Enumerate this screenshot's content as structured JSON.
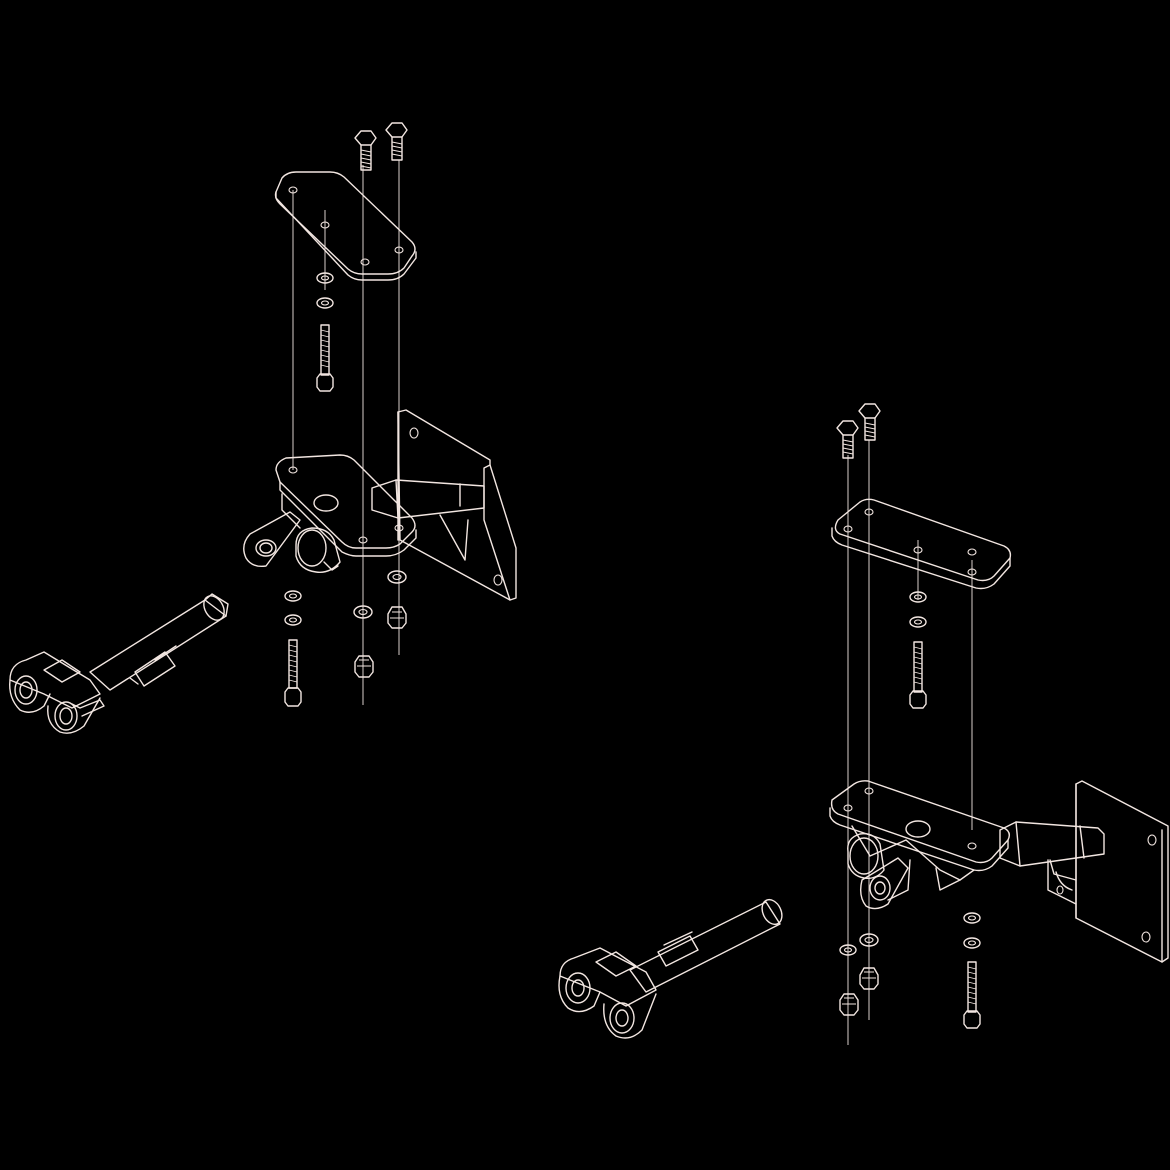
{
  "colors": {
    "background": "#000000",
    "line": "#f2e6e1"
  },
  "assemblies": [
    {
      "name": "assembly-left",
      "parts": [
        "top-plate",
        "bolts",
        "main-bracket",
        "mounting-plate",
        "receiver-tube",
        "hardware-stack",
        "pivot-pin-clevis"
      ]
    },
    {
      "name": "assembly-right",
      "parts": [
        "top-plate",
        "bolts",
        "main-bracket",
        "mounting-plate",
        "receiver-tube",
        "hardware-stack",
        "pivot-pin-clevis"
      ]
    }
  ]
}
